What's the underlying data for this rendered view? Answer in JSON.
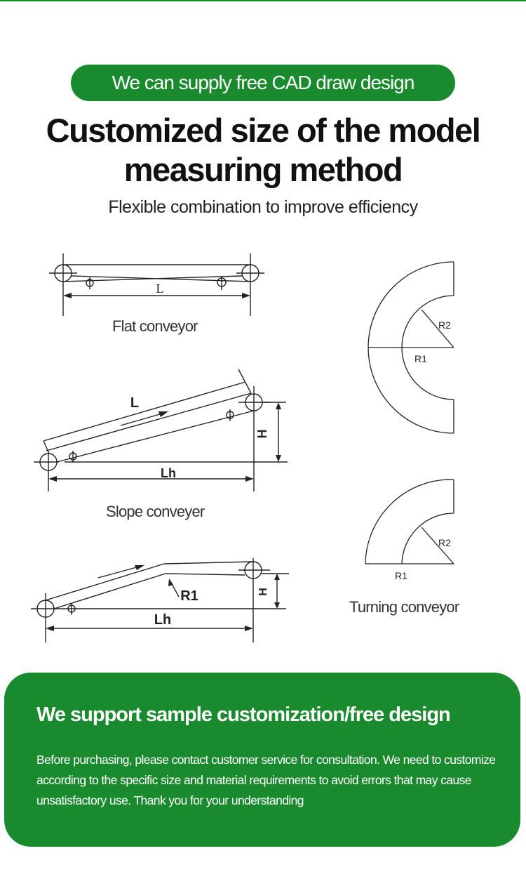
{
  "banner": {
    "text": "We can supply free CAD draw design"
  },
  "title": {
    "line1": "Customized size of the model",
    "line2": "measuring method"
  },
  "subtitle": "Flexible combination to improve efficiency",
  "diagrams": {
    "flat": {
      "caption": "Flat conveyor",
      "label_length": "L"
    },
    "slope": {
      "caption": "Slope conveyer",
      "label_length": "L",
      "label_height": "H",
      "label_horizontal": "Lh"
    },
    "bent": {
      "label_radius": "R1",
      "label_height": "H",
      "label_horizontal": "Lh"
    },
    "turning": {
      "caption": "Turning conveyor",
      "label_r1": "R1",
      "label_r2": "R2"
    }
  },
  "card": {
    "title": "We support sample customization/free design",
    "body": "Before purchasing, please contact customer service for consultation. We need to customize according to the specific size and material requirements to avoid errors that may cause unsatisfactory use. Thank you for your understanding"
  },
  "colors": {
    "brand_green": "#1a8a2e",
    "line": "#222222"
  }
}
